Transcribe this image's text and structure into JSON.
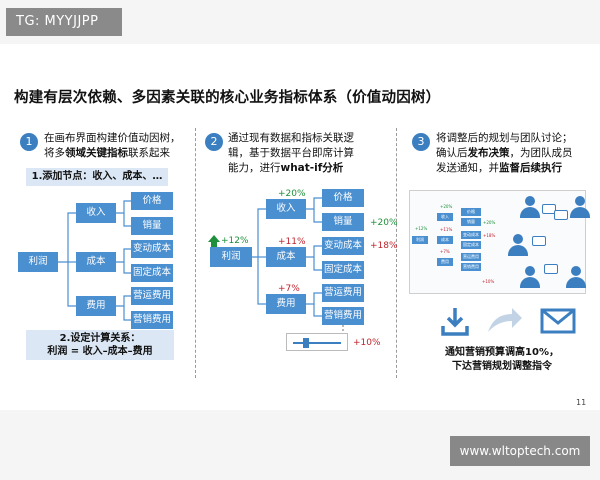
{
  "tag": "TG: MYYJJPP",
  "site": "www.wltoptech.com",
  "title": "构建有层次依赖、多因素关联的核心业务指标体系（价值动因树）",
  "page_number": "11",
  "steps": [
    {
      "num": "1",
      "line1": "在画布界面构建价值动因树，",
      "line2_pre": "将多",
      "line2_bold": "领域关键指标",
      "line2_post": "联系起来"
    },
    {
      "num": "2",
      "line1": "通过现有数据和指标关联逻",
      "line2": "辑，基于数据平台即席计算",
      "line3_pre": "能力，进行",
      "line3_bold": "what-if分析"
    },
    {
      "num": "3",
      "line1": "将调整后的规划与团队讨论；",
      "line2_pre": "确认后",
      "line2_bold": "发布决策",
      "line2_post": "，为团队成员",
      "line3_pre": "发送通知，并",
      "line3_bold": "监督后续执行"
    }
  ],
  "tree": {
    "root": "利润",
    "level1": [
      "收入",
      "成本",
      "费用"
    ],
    "level2": [
      "价格",
      "销量",
      "变动成本",
      "固定成本",
      "营运费用",
      "营销费用"
    ]
  },
  "callouts": {
    "add_nodes": "1.添加节点：收入、成本、…",
    "set_calc_line1": "2.设定计算关系：",
    "set_calc_line2": "利润 = 收入–成本–费用"
  },
  "whatif": {
    "root_change": "+12%",
    "income_change": "+20%",
    "cost_change": "+11%",
    "expense_change": "+7%",
    "sales_change": "+20%",
    "variable_cost_change": "+18%",
    "marketing_change": "+10%"
  },
  "mini": {
    "root": "利润",
    "root_change": "+12%",
    "level1": [
      "收入",
      "成本",
      "费用"
    ],
    "level2": [
      "价格",
      "销量",
      "变动成本",
      "固定成本",
      "营运费用",
      "营销费用"
    ],
    "level1_changes": [
      "+20%",
      "+11%",
      "+7%"
    ],
    "level2_changes": [
      "+20%",
      "+18%"
    ],
    "slider_change": "+10%"
  },
  "bottom_text_line1": "通知营销预算调高10%，",
  "bottom_text_line2": "下达营销规划调整指令",
  "colors": {
    "node": "#4a8fd0",
    "accent": "#3c7fc1",
    "green": "#1e8f3a",
    "red": "#c0232c",
    "callout": "#dbe7f5"
  }
}
